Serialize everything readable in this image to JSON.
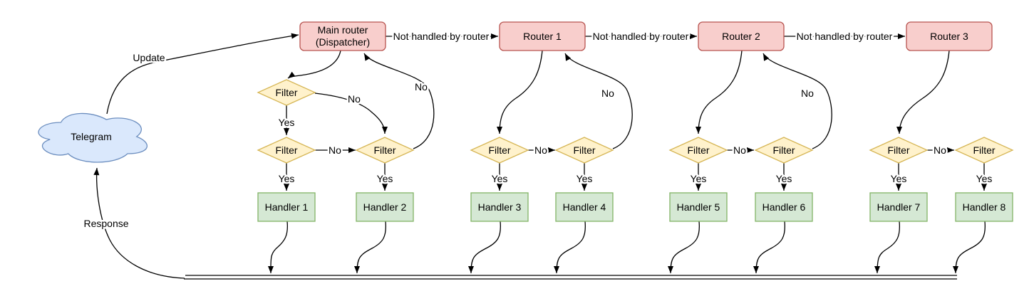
{
  "colors": {
    "background": "#ffffff",
    "edge": "#000000",
    "cloud_fill": "#dae8fc",
    "cloud_stroke": "#6c8ebf",
    "router_fill": "#f8cecc",
    "router_stroke": "#b85450",
    "filter_fill": "#fff2cc",
    "filter_stroke": "#d6b656",
    "handler_fill": "#d5e8d4",
    "handler_stroke": "#82b366"
  },
  "cloud": {
    "label": "Telegram"
  },
  "edge_labels": {
    "update": "Update",
    "response": "Response",
    "not_handled": "Not handled by router",
    "yes": "Yes",
    "no": "No"
  },
  "routers": {
    "main": {
      "line1": "Main router",
      "line2": "(Dispatcher)"
    },
    "router1": "Router 1",
    "router2": "Router 2",
    "router3": "Router 3"
  },
  "filter_label": "Filter",
  "handlers": [
    "Handler 1",
    "Handler 2",
    "Handler 3",
    "Handler 4",
    "Handler 5",
    "Handler 6",
    "Handler 7",
    "Handler 8"
  ]
}
